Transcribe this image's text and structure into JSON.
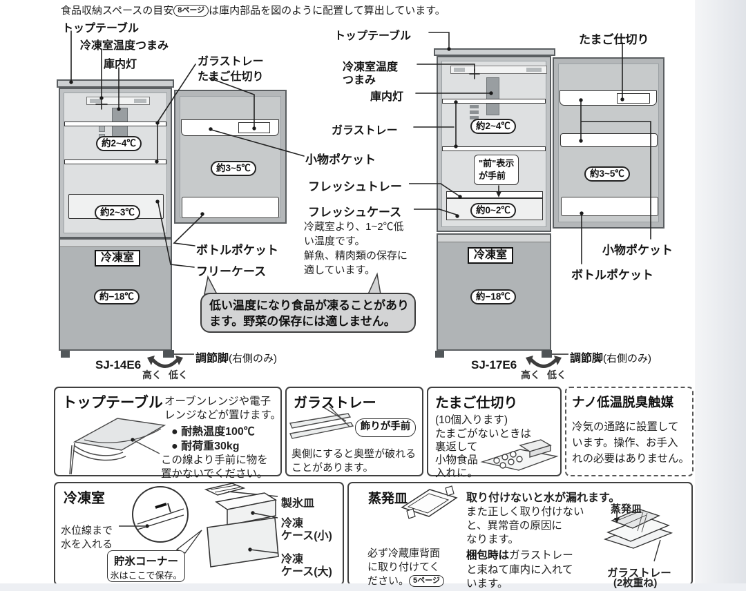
{
  "page": {
    "intro_pre": "食品収納スペースの目安",
    "intro_badge": "8ページ",
    "intro_post": "は庫内部品を図のように配置して算出しています。"
  },
  "left": {
    "top_table": "トップテーブル",
    "freezer_knob": "冷凍室温度つまみ",
    "light": "庫内灯",
    "glass_tray": "ガラストレー",
    "egg_divider": "たまご仕切り",
    "temp_shelf": "約2~4℃",
    "temp_case": "約2~3℃",
    "temp_door": "約3~5℃",
    "temp_freezer": "約−18℃",
    "freezer_sign": "冷凍室",
    "model": "SJ-14E6"
  },
  "middle": {
    "small_pocket": "小物ポケット",
    "fresh_tray": "フレッシュトレー",
    "fresh_case": "フレッシュケース",
    "fresh_desc": [
      "冷蔵室より、1~2℃低",
      "い温度です。",
      "鮮魚、精肉類の保存に",
      "適しています。"
    ],
    "bottle_pocket": "ボトルポケット",
    "free_case": "フリーケース"
  },
  "callout": {
    "line1": "低い温度になり食品が凍ることがあり",
    "line2": "ます。野菜の保存には適しません。"
  },
  "right": {
    "top_table": "トップテーブル",
    "freezer_knob1": "冷凍室温度",
    "freezer_knob2": "つまみ",
    "light": "庫内灯",
    "glass_tray": "ガラストレー",
    "egg_divider": "たまご仕切り",
    "front_note1": "\"前\"表示",
    "front_note2": "が手前",
    "temp_shelf": "約2~4℃",
    "temp_case": "約0~2℃",
    "temp_door": "約3~5℃",
    "temp_freezer": "約−18℃",
    "freezer_sign": "冷凍室",
    "small_pocket": "小物ポケット",
    "bottle_pocket": "ボトルポケット",
    "model": "SJ-17E6"
  },
  "feet": {
    "label": "調節脚",
    "note": "(右側のみ)",
    "high": "高く",
    "low": "低く"
  },
  "boxes": {
    "top_table": {
      "title": "トップテーブル",
      "body1": "オーブンレンジや電子",
      "body2": "レンジなどが置けます。",
      "bullet1": "● 耐熱温度100℃",
      "bullet2": "● 耐荷重30kg",
      "note1": "この線より手前に物を",
      "note2": "置かないでください。"
    },
    "glass_tray": {
      "title": "ガラストレー",
      "bubble": "飾りが手前",
      "note1": "奥側にすると奥壁が破れる",
      "note2": "ことがあります。"
    },
    "egg": {
      "title": "たまご仕切り",
      "line1": "(10個入ります)",
      "line2": "たまごがないときは",
      "line3": "裏返して",
      "line4": "小物食品",
      "line5": "入れに。"
    },
    "nano": {
      "title": "ナノ低温脱臭触媒",
      "line1": "冷気の通路に設置して",
      "line2": "います。操作、お手入",
      "line3": "れの必要はありません。"
    },
    "freezer": {
      "title": "冷凍室",
      "water1": "水位線まで",
      "water2": "水を入れる",
      "corner_title": "貯氷コーナー",
      "corner_note": "氷はここで保存。",
      "ice_tray": "製氷皿",
      "case_s1": "冷凍",
      "case_s2": "ケース(小)",
      "case_l1": "冷凍",
      "case_l2": "ケース(大)"
    },
    "evap": {
      "title": "蒸発皿",
      "note1": "必ず冷蔵庫背面",
      "note2": "に取り付けてく",
      "note3": "ださい。",
      "badge": "5ページ",
      "warn_bold": "取り付けないと水が漏れます。",
      "warn1": "また正しく取り付けない",
      "warn2": "と、異常音の原因に",
      "warn3": "なります。",
      "pack_bold": "梱包時は",
      "pack_rest": "ガラストレー",
      "pack2": "と束ねて庫内に入れて",
      "pack3": "います。",
      "d_tray": "蒸発皿",
      "d_glass1": "ガラストレー",
      "d_glass2": "(2枚重ね)"
    }
  }
}
